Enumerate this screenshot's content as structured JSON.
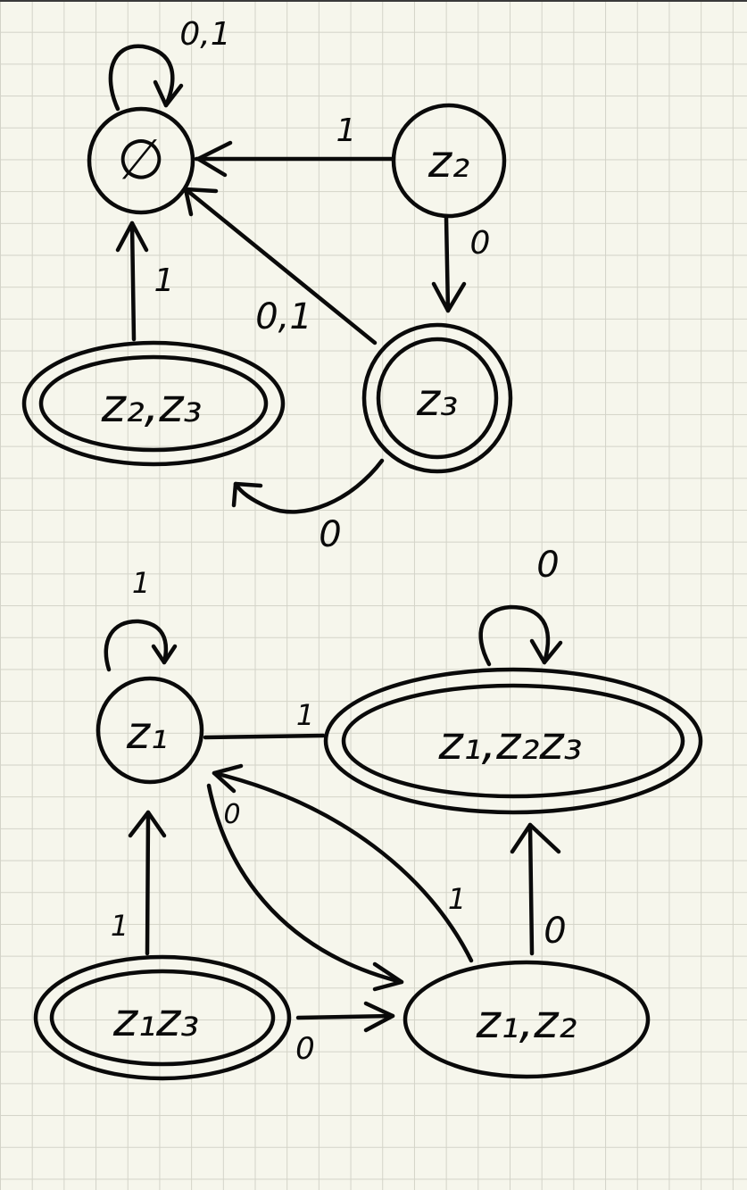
{
  "upper_automaton": {
    "states": {
      "empty": {
        "label": "∅",
        "accepting": false
      },
      "z2": {
        "label": "z₂",
        "accepting": false
      },
      "z3": {
        "label": "z₃",
        "accepting": true
      },
      "z2z3": {
        "label": "z₂,z₃",
        "accepting": true
      }
    },
    "transitions": {
      "empty_loop": "0,1",
      "z2_to_empty": "1",
      "z2_to_z3": "0",
      "z3_to_empty": "0,1",
      "z2z3_to_empty": "1",
      "z3_to_z2z3": "0"
    }
  },
  "lower_automaton": {
    "states": {
      "z1": {
        "label": "z₁",
        "accepting": false
      },
      "z1z2z3": {
        "label": "z₁,z₂z₃",
        "accepting": true
      },
      "z1z3": {
        "label": "z₁z₃",
        "accepting": true
      },
      "z1z2": {
        "label": "z₁,z₂",
        "accepting": false
      }
    },
    "transitions": {
      "z1_loop": "1",
      "z1z2z3_loop": "0",
      "z1_to_z1z2z3": "1",
      "z1_to_z1z2": "0",
      "z1z2_to_z1": "1",
      "z1z3_to_z1": "1",
      "z1z3_to_z1z2": "0",
      "z1z2_to_z1z2z3": "0"
    }
  }
}
